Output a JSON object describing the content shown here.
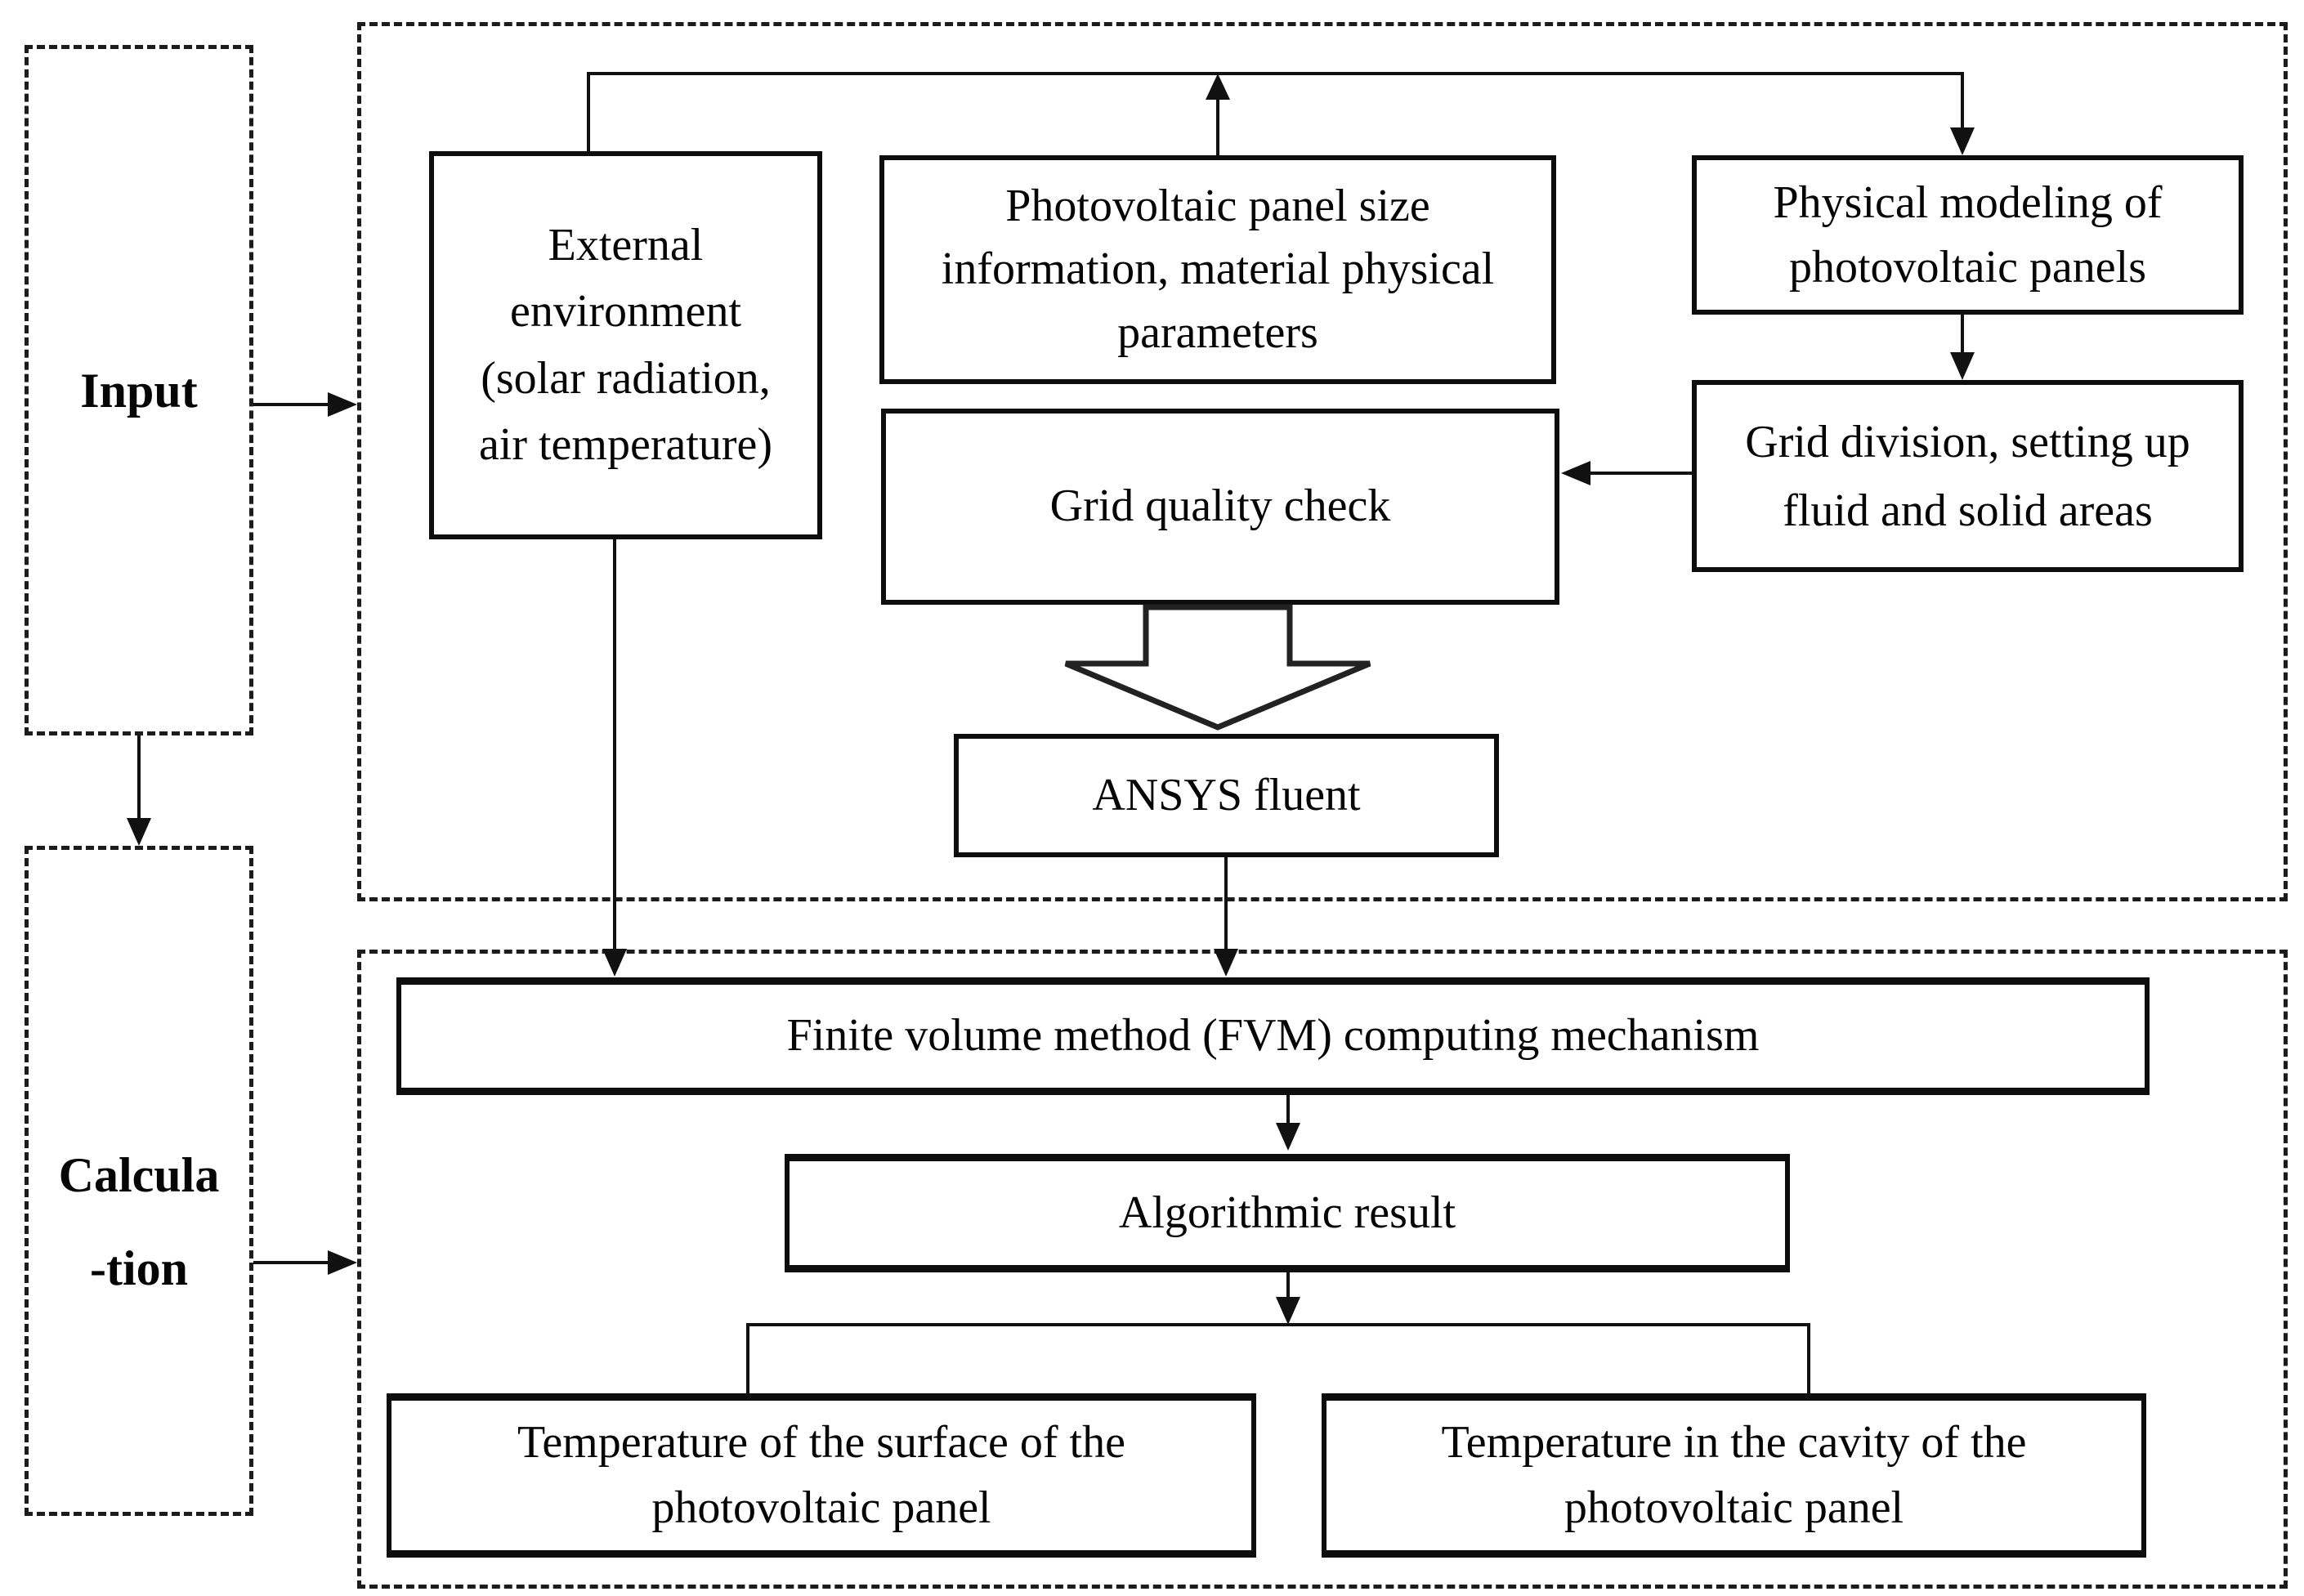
{
  "labels": {
    "input": "Input",
    "calculation": [
      "Calcula",
      "-tion"
    ]
  },
  "nodes": {
    "external_environment": {
      "lines": [
        "External",
        "environment",
        "(solar radiation,",
        "air temperature)"
      ]
    },
    "pv_panel_info": {
      "lines": [
        "Photovoltaic panel size",
        "information, material physical",
        "parameters"
      ]
    },
    "physical_modeling": {
      "lines": [
        "Physical modeling of",
        "photovoltaic panels"
      ]
    },
    "grid_quality_check": {
      "lines": [
        "Grid quality check"
      ]
    },
    "grid_division": {
      "lines": [
        "Grid division, setting up",
        "fluid and solid areas"
      ]
    },
    "ansys_fluent": {
      "lines": [
        "ANSYS fluent"
      ]
    },
    "fvm": {
      "lines": [
        "Finite volume method (FVM) computing mechanism"
      ]
    },
    "algorithmic_result": {
      "lines": [
        "Algorithmic result"
      ]
    },
    "temp_surface": {
      "lines": [
        "Temperature of the surface of the",
        "photovoltaic panel"
      ]
    },
    "temp_cavity": {
      "lines": [
        "Temperature in the cavity of the",
        "photovoltaic panel"
      ]
    }
  },
  "colors": {
    "line": "#111111",
    "text": "#050505",
    "background": "#ffffff"
  }
}
